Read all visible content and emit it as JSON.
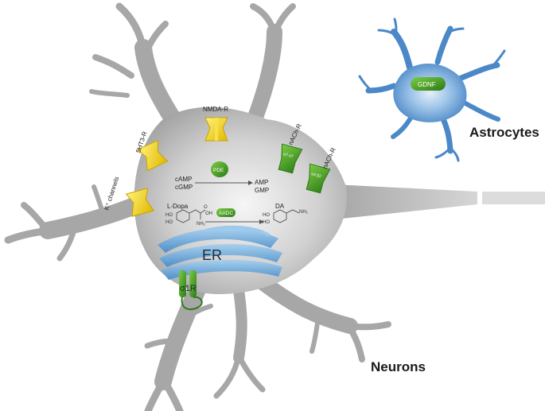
{
  "labels": {
    "nmda": "NMDA-R",
    "ht3": "5HT3-R",
    "kchannels": "K⁺ channels",
    "nach1": "nACh-R",
    "nach2": "nACh-R",
    "camp": "cAMP",
    "cgmp": "cGMP",
    "amp": "AMP",
    "gmp": "GMP",
    "pde": "PDE",
    "ldopa": "L-Dopa",
    "aadc": "AADC",
    "da": "DA",
    "er": "ER",
    "sigma": "σ1R",
    "gdnf": "GDNF",
    "astrocytes": "Astrocytes",
    "neurons": "Neurons",
    "a7a7": "α7 α7",
    "a4b2": "α4 β2",
    "chem_ho1": "HO",
    "chem_ho2": "HO",
    "chem_oh": "OH",
    "chem_o": "O",
    "chem_nh2": "NH₂",
    "chem_ho3": "HO",
    "chem_ho4": "HO",
    "chem_nh2b": "NH₂"
  },
  "colors": {
    "neuron_body": "#a9a9a9",
    "neuron_center": "#f1f1f1",
    "astrocyte": "#4a88c8",
    "astrocyte_light": "#cfe2f5",
    "receptor_yellow": "#f1d21c",
    "receptor_green": "#3f9a28",
    "er_blue": "#6ea8d6"
  }
}
